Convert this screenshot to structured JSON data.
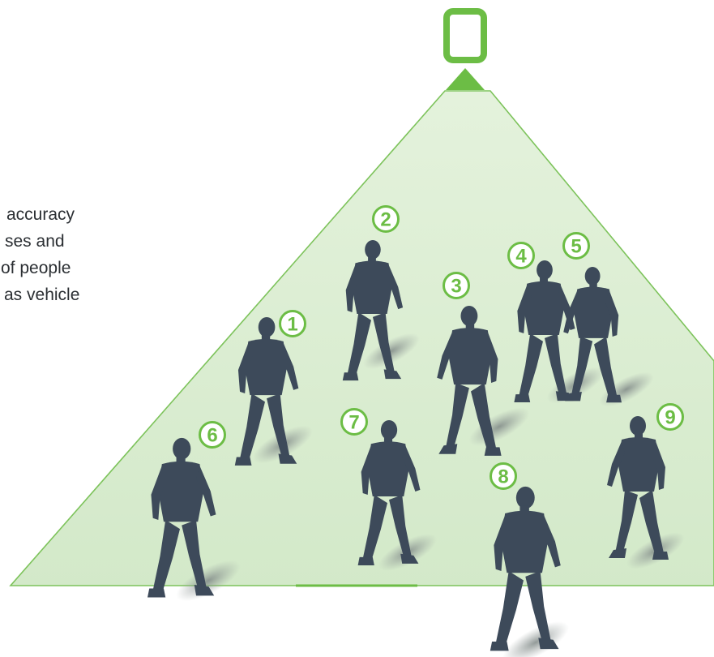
{
  "description_lines": [
    "accuracy",
    "ses and",
    "of people",
    "as vehicle"
  ],
  "person_labels": [
    "1",
    "2",
    "3",
    "4",
    "5",
    "6",
    "7",
    "8",
    "9"
  ],
  "colors": {
    "accent_green": "#6cbd45",
    "field_fill": "#d9ecd0",
    "field_stroke": "#7dc35b",
    "silhouette": "#3d4a5a",
    "shadow": "#9aa2a0",
    "text": "#2b2f33"
  },
  "icons": {
    "camera": "ceiling-camera-icon",
    "person": "person-silhouette-icon"
  }
}
